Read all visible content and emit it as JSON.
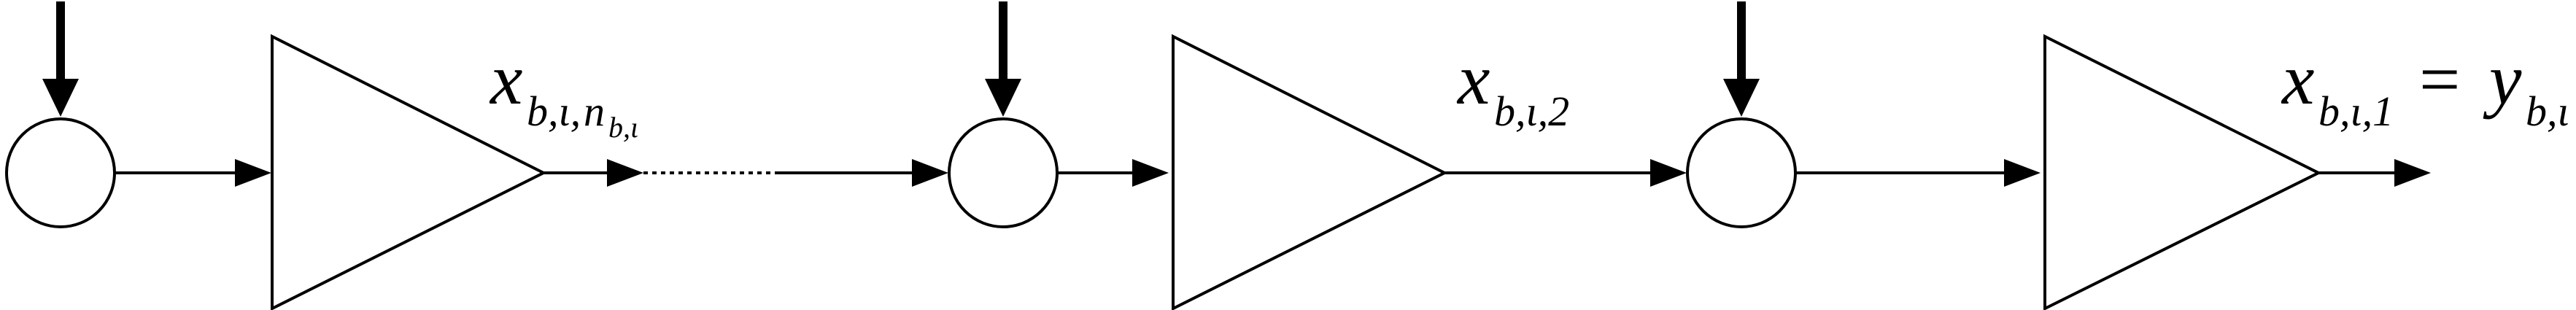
{
  "labels": {
    "stage1": {
      "main": "x",
      "sub_prefix": "b,ι,",
      "sub_sub": "n",
      "sub_sub_sub": "b,ι"
    },
    "stage2": {
      "main": "x",
      "sub": "b,ι,2"
    },
    "stage3": {
      "main": "x",
      "sub": "b,ι,1",
      "equals": "=",
      "rhs_main": "y",
      "rhs_sub": "b,ι"
    }
  }
}
